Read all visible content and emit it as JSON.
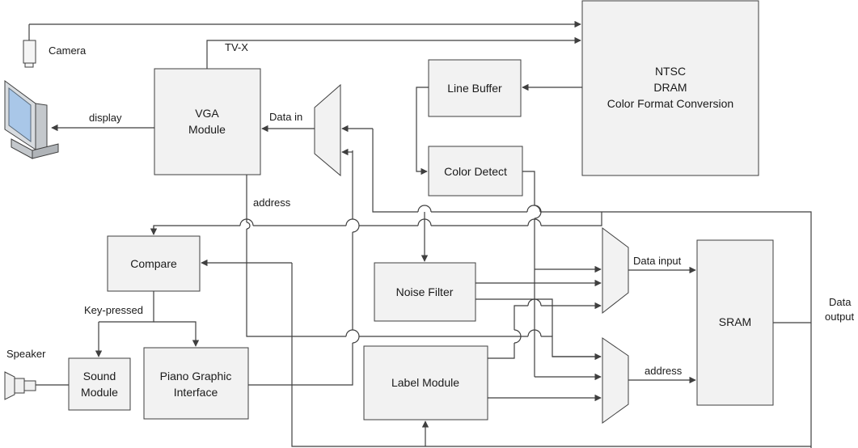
{
  "blocks": {
    "ntsc": [
      "NTSC",
      "DRAM",
      "Color Format Conversion"
    ],
    "vga": [
      "VGA",
      "Module"
    ],
    "line_buffer": "Line Buffer",
    "color_detect": "Color Detect",
    "compare": "Compare",
    "noise_filter": "Noise Filter",
    "sram": "SRAM",
    "sound": [
      "Sound",
      "Module"
    ],
    "piano": [
      "Piano Graphic",
      "Interface"
    ],
    "label": "Label Module"
  },
  "labels": {
    "camera": "Camera",
    "tvx": "TV-X",
    "display": "display",
    "data_in": "Data in",
    "address_vga": "address",
    "key_pressed": "Key-pressed",
    "speaker": "Speaker",
    "data_input": "Data input",
    "address_sram": "address",
    "data_output": [
      "Data",
      "output"
    ]
  },
  "colors": {
    "block_fill": "#f2f2f2",
    "line": "#3f3f3f"
  }
}
